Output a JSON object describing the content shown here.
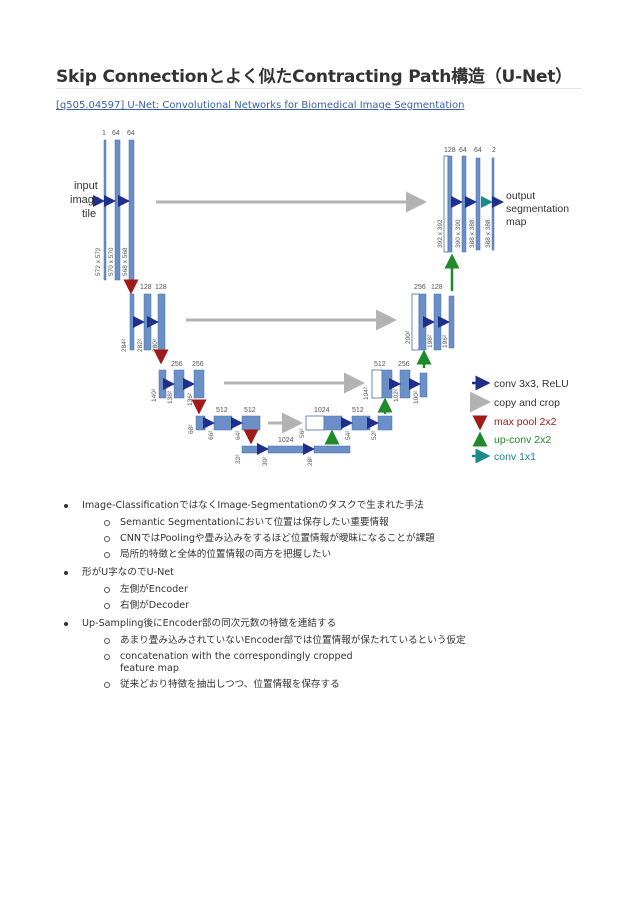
{
  "page": {
    "title": "Skip Connectionとよく似たContracting Path構造（U-Net）",
    "link_text": "[q505.04597] U-Net: Convolutional Networks for Biomedical Image Segmentation"
  },
  "figure": {
    "input_label": [
      "input",
      "image",
      "tile"
    ],
    "output_label": [
      "output",
      "segmentation",
      "map"
    ],
    "channel_labels": [
      "1",
      "64",
      "64",
      "128",
      "128",
      "256",
      "256",
      "512",
      "512",
      "1024",
      "1024",
      "512",
      "512",
      "256",
      "256",
      "128",
      "128",
      "64",
      "64",
      "2"
    ],
    "size_labels": [
      "572 x 572",
      "570 x 570",
      "568 x 568",
      "284²",
      "282²",
      "280²",
      "140²",
      "138²",
      "136²",
      "68²",
      "66²",
      "64²",
      "32²",
      "30²",
      "28²",
      "56²",
      "54²",
      "52²",
      "104²",
      "102²",
      "100²",
      "200²",
      "198²",
      "196²",
      "392 x 392",
      "390 x 390",
      "388 x 388",
      "388 x 388"
    ],
    "legend": [
      {
        "label": "conv 3x3, ReLU",
        "color": "#1f2f8a",
        "icon": "arrow-right-icon"
      },
      {
        "label": "copy and crop",
        "color": "#b3b3b3",
        "icon": "arrow-right-icon"
      },
      {
        "label": "max pool 2x2",
        "color": "#a11a1a",
        "icon": "arrow-down-icon"
      },
      {
        "label": "up-conv 2x2",
        "color": "#1f8a2a",
        "icon": "arrow-up-icon"
      },
      {
        "label": "conv 1x1",
        "color": "#1a8a8a",
        "icon": "arrow-right-icon"
      }
    ]
  },
  "bullets": [
    {
      "text": "Image-ClassificationではなくImage-Segmentationのタスクで生まれた手法",
      "sub": [
        "Semantic Segmentationにおいて位置は保存したい重要情報",
        "CNNではPoolingや畳み込みをするほど位置情報が曖昧になることが課題",
        "局所的特徴と全体的位置情報の両方を把握したい"
      ]
    },
    {
      "text": "形がU字なのでU-Net",
      "sub": [
        "左側がEncoder",
        "右側がDecoder"
      ]
    },
    {
      "text": "Up-Sampling後にEncoder部の同次元数の特徴を連結する",
      "sub": [
        "あまり畳み込みされていないEncoder部では位置情報が保たれているという仮定",
        "concatenation with the correspondingly cropped\nfeature map",
        "従来どおり特徴を抽出しつつ、位置情報を保存する"
      ]
    }
  ]
}
